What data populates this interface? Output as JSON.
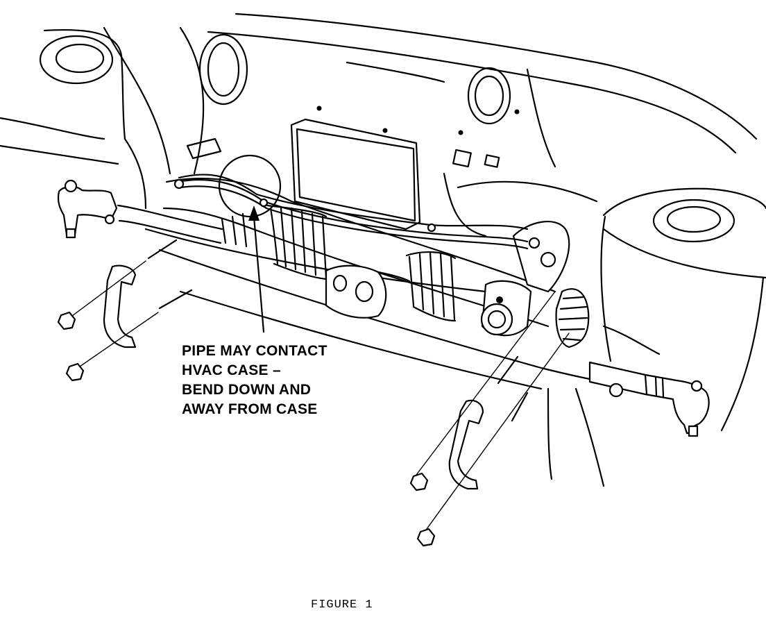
{
  "callout": {
    "lines": [
      "PIPE MAY CONTACT",
      "HVAC CASE –",
      "BEND DOWN AND",
      "AWAY FROM CASE"
    ]
  },
  "caption": "FIGURE 1"
}
